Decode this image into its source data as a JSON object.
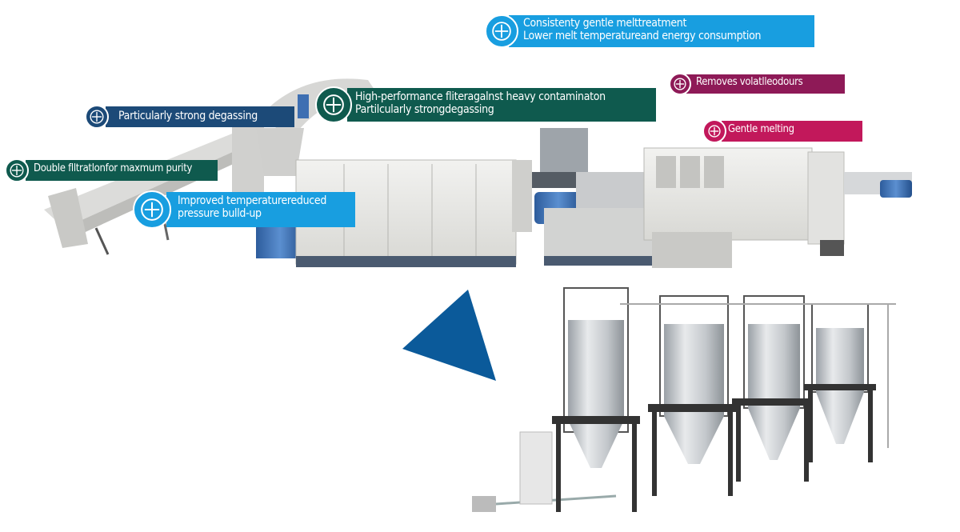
{
  "colors": {
    "dark_blue": "#1c4a78",
    "dark_green": "#0f5a4e",
    "sky_blue": "#189ee0",
    "magenta_dark": "#8e1a57",
    "magenta": "#c2185b",
    "triangle": "#0b5a9a"
  },
  "icons": {
    "callout_icon": "plus-circle-icon"
  },
  "callouts": {
    "c1": {
      "line1": "Consistenty gentle melttreatment",
      "line2": "Lower melt temperatureand energy consumption"
    },
    "c2": {
      "line1": "Removes volatlleodours"
    },
    "c3": {
      "line1": "High-performance fliteragalnst heavy contaminaton",
      "line2": "Partilcularly strongdegassing"
    },
    "c4": {
      "line1": "Particularly strong degassing"
    },
    "c5": {
      "line1": "Gentle melting"
    },
    "c6": {
      "line1": "Double flltratlonfor maxmum purity"
    },
    "c7": {
      "line1": "Improved temperaturereduced",
      "line2": "pressure bulld-up"
    }
  }
}
